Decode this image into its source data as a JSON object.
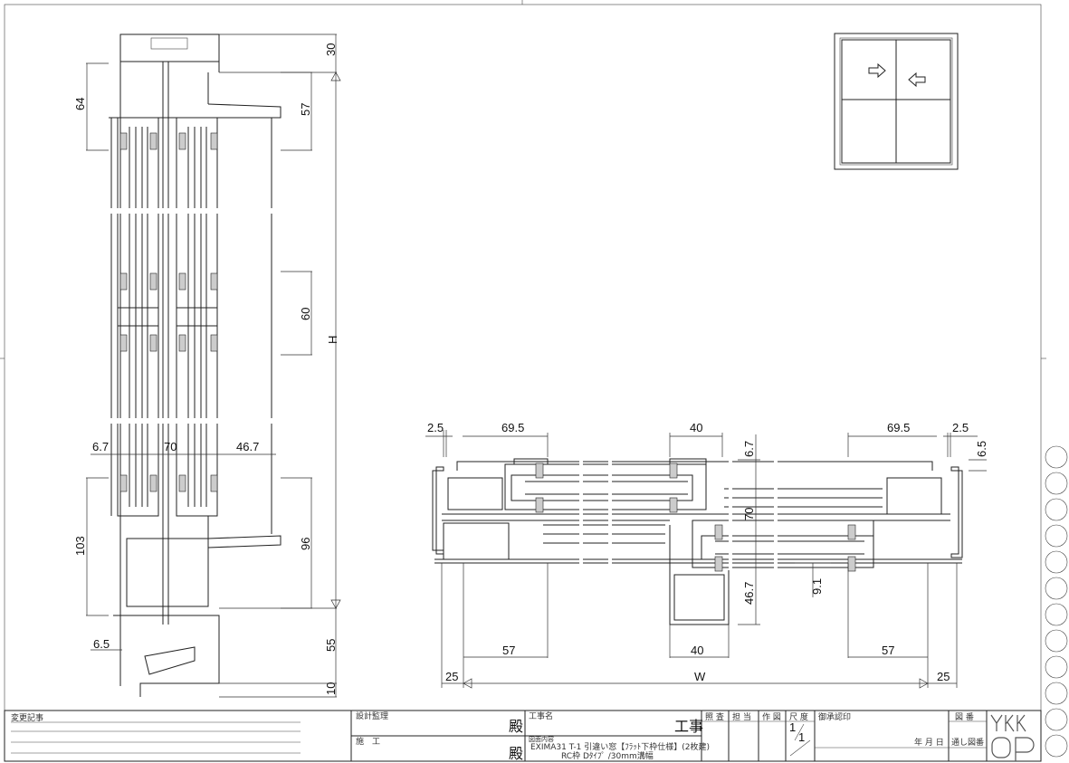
{
  "vertical_section": {
    "dims": {
      "top_30": "30",
      "d57": "57",
      "d64": "64",
      "d60": "60",
      "H": "H",
      "d96": "96",
      "d103": "103",
      "d55": "55",
      "d10": "10",
      "d6_7": "6.7",
      "d70": "70",
      "d46_7": "46.7",
      "d6_5": "6.5"
    }
  },
  "horizontal_section": {
    "dims": {
      "l2_5": "2.5",
      "l69_5": "69.5",
      "c40_top": "40",
      "r69_5": "69.5",
      "r2_5": "2.5",
      "r6_5": "6.5",
      "c6_7": "6.7",
      "c70": "70",
      "c46_7": "46.7",
      "c9_1": "9.1",
      "l57": "57",
      "c40_bot": "40",
      "r57": "57",
      "l25": "25",
      "W": "W",
      "r25": "25"
    }
  },
  "title_block": {
    "change_record": "変更記事",
    "design_supervision": "設計監理",
    "construction": "施　工",
    "dono1": "殿",
    "dono2": "殿",
    "project_name_label": "工事名",
    "project_suffix": "工事",
    "drawing_content_label": "図面内容",
    "drawing_content_line1": "EXIMA31 T-1 引違い窓【ﾌﾗｯﾄ下枠仕様】(2枚建)",
    "drawing_content_line2": "RC枠 Dﾀｲﾌﾟ /30mm溝幅",
    "check": "照 査",
    "in_charge": "担 当",
    "drafting": "作 図",
    "scale": "尺 度",
    "scale_num": "1",
    "scale_den": "1",
    "approval": "御承認印",
    "date": "年 月 日",
    "drawing_no": "図 番",
    "serial_no": "通し図番",
    "logo": "YKK ap"
  }
}
